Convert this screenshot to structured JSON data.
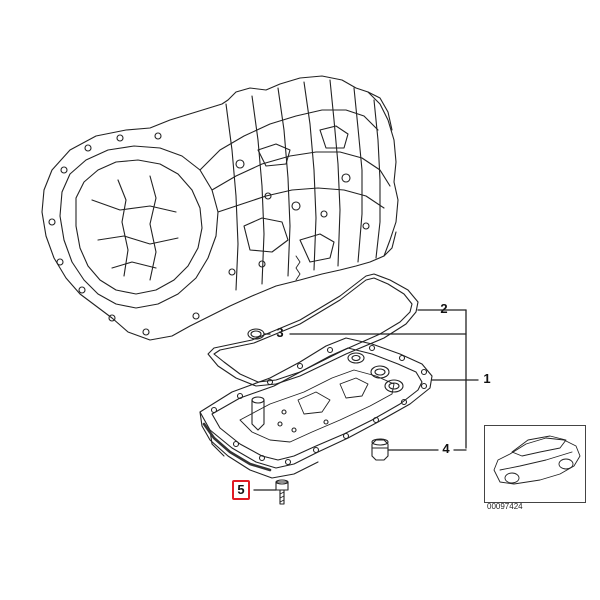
{
  "diagram": {
    "callouts": [
      {
        "id": "1",
        "label": "1",
        "highlighted": false
      },
      {
        "id": "2",
        "label": "2",
        "highlighted": false
      },
      {
        "id": "3",
        "label": "3",
        "highlighted": false
      },
      {
        "id": "4",
        "label": "4",
        "highlighted": false
      },
      {
        "id": "5",
        "label": "5",
        "highlighted": true
      }
    ],
    "reference_number": "00097424",
    "highlight_color": "#e01b24",
    "line_color": "#222222"
  }
}
